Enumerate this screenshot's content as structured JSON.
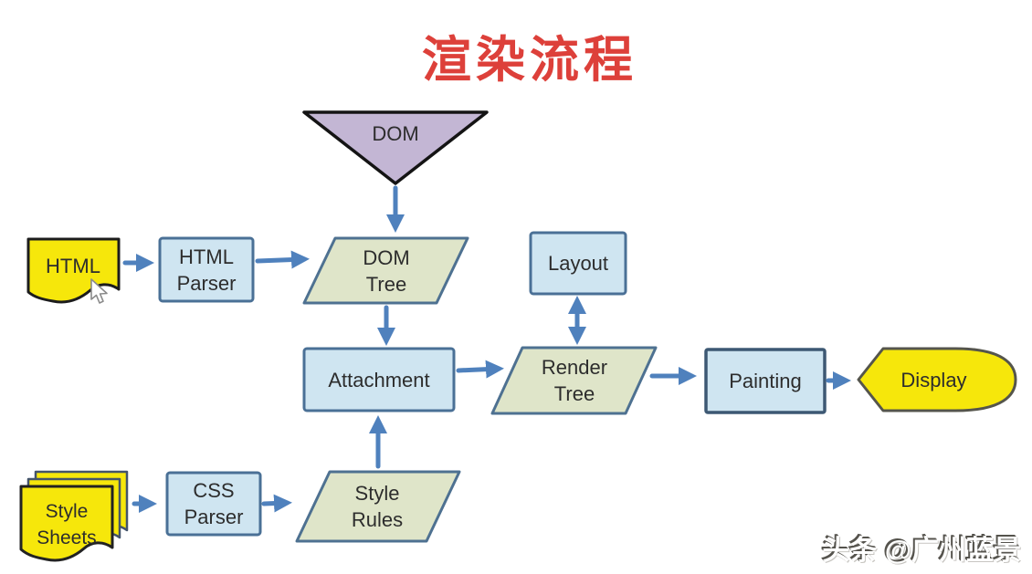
{
  "title": {
    "text": "渲染流程",
    "color": "#dd403a"
  },
  "watermark": {
    "text": "头条 @广州蓝景"
  },
  "nodes": {
    "dom": {
      "lines": [
        "DOM"
      ],
      "shape": "inverted-triangle",
      "fill": "#c3b6d4"
    },
    "html": {
      "lines": [
        "HTML"
      ],
      "shape": "document",
      "fill": "#f6e70b"
    },
    "html_parser": {
      "lines": [
        "HTML",
        "Parser"
      ],
      "shape": "rectangle",
      "fill": "#cfe5f1"
    },
    "dom_tree": {
      "lines": [
        "DOM",
        "Tree"
      ],
      "shape": "parallelogram",
      "fill": "#dfe5c9"
    },
    "attachment": {
      "lines": [
        "Attachment"
      ],
      "shape": "rectangle",
      "fill": "#cfe5f1"
    },
    "layout": {
      "lines": [
        "Layout"
      ],
      "shape": "rectangle",
      "fill": "#cfe5f1"
    },
    "render_tree": {
      "lines": [
        "Render",
        "Tree"
      ],
      "shape": "parallelogram",
      "fill": "#dfe5c9"
    },
    "painting": {
      "lines": [
        "Painting"
      ],
      "shape": "rectangle",
      "fill": "#cfe5f1"
    },
    "display": {
      "lines": [
        "Display"
      ],
      "shape": "display",
      "fill": "#f6e70b"
    },
    "style_sheets": {
      "lines": [
        "Style",
        "Sheets"
      ],
      "shape": "stacked-documents",
      "fill": "#f6e70b"
    },
    "css_parser": {
      "lines": [
        "CSS",
        "Parser"
      ],
      "shape": "rectangle",
      "fill": "#cfe5f1"
    },
    "style_rules": {
      "lines": [
        "Style",
        "Rules"
      ],
      "shape": "parallelogram",
      "fill": "#dfe5c9"
    }
  },
  "edges": [
    {
      "from": "DOM",
      "to": "DOM Tree",
      "type": "arrow"
    },
    {
      "from": "HTML",
      "to": "HTML Parser",
      "type": "arrow"
    },
    {
      "from": "HTML Parser",
      "to": "DOM Tree",
      "type": "arrow"
    },
    {
      "from": "DOM Tree",
      "to": "Attachment",
      "type": "arrow"
    },
    {
      "from": "Attachment",
      "to": "Render Tree",
      "type": "arrow"
    },
    {
      "from": "Layout",
      "to": "Render Tree",
      "type": "double-arrow"
    },
    {
      "from": "Render Tree",
      "to": "Painting",
      "type": "arrow"
    },
    {
      "from": "Painting",
      "to": "Display",
      "type": "arrow"
    },
    {
      "from": "Style Sheets",
      "to": "CSS Parser",
      "type": "arrow"
    },
    {
      "from": "CSS Parser",
      "to": "Style Rules",
      "type": "arrow"
    },
    {
      "from": "Style Rules",
      "to": "Attachment",
      "type": "arrow"
    }
  ],
  "colors": {
    "title_red": "#dd403a",
    "arrow_blue": "#4f81bd",
    "box_fill_blue": "#cfe5f1",
    "box_border_blue": "#4a7096",
    "painting_border": "#3d5873",
    "parallelogram_fill": "#dfe5c9",
    "parallelogram_border": "#4e7191",
    "yellow": "#f6e70b",
    "purple": "#c3b6d4",
    "label_text": "#2d2d2d",
    "watermark_gray": "#55534d"
  }
}
